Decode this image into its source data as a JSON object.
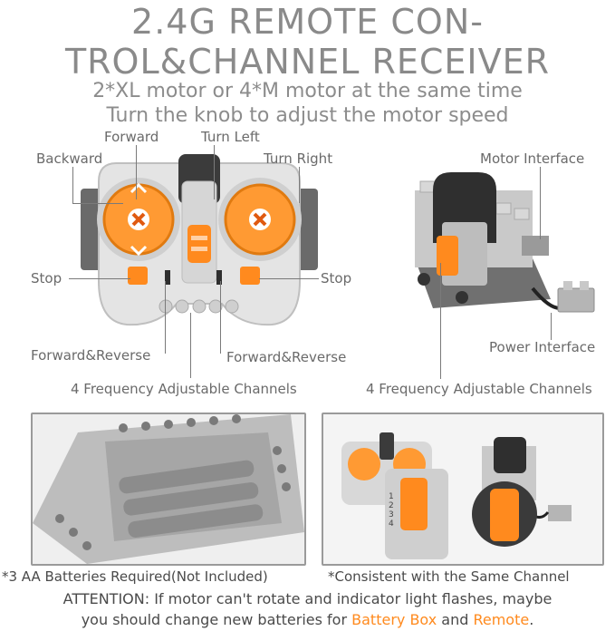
{
  "title": {
    "line1": "2.4G REMOTE CON-",
    "line2": "TROL&CHANNEL RECEIVER"
  },
  "subtitle": {
    "line1": "2*XL motor or 4*M motor at the same time",
    "line2": "Turn the knob to adjust the motor speed"
  },
  "remote_labels": {
    "forward": "Forward",
    "turn_left": "Turn Left",
    "backward": "Backward",
    "turn_right": "Turn Right",
    "stop_left": "Stop",
    "stop_right": "Stop",
    "fr_left": "Forward&Reverse",
    "fr_right": "Forward&Reverse",
    "channels": "4 Frequency Adjustable Channels"
  },
  "receiver_labels": {
    "motor_interface": "Motor Interface",
    "power_interface": "Power Interface",
    "channels": "4 Frequency Adjustable Channels"
  },
  "channel_numbers": [
    "1",
    "2",
    "3",
    "4"
  ],
  "notes": {
    "batteries": "*3 AA Batteries Required(Not Included)",
    "consistent": "*Consistent with the Same Channel",
    "attention_line1": "ATTENTION: If motor can't rotate and indicator light flashes, maybe",
    "attention_pre": "you should change new batteries for ",
    "battery_box": "Battery Box",
    "and": " and ",
    "remote": "Remote",
    "period": "."
  },
  "colors": {
    "accent_orange": "#ff8a1e",
    "brick_gray": "#bdbdbd",
    "dark_gray": "#5c5c5c"
  }
}
